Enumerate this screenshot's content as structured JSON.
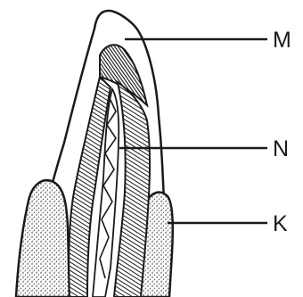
{
  "labels": {
    "m": "M",
    "n": "N",
    "k": "K"
  },
  "colors": {
    "ink": "#1a1a1a",
    "background": "#ffffff"
  }
}
